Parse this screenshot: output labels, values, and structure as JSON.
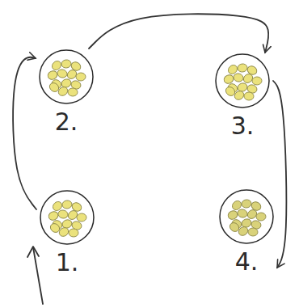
{
  "diagram": {
    "nodes": [
      {
        "text": [
          "1."
        ]
      },
      {
        "text": [
          "2."
        ]
      },
      {
        "text": [
          "3."
        ]
      },
      {
        "text": [
          "4."
        ]
      }
    ],
    "edges": [
      {
        "from": 0,
        "to": 1,
        "arrow": "to"
      },
      {
        "from": 1,
        "to": 2,
        "arrow": "to"
      },
      {
        "from": 2,
        "to": 3,
        "arrow": "to"
      }
    ]
  }
}
